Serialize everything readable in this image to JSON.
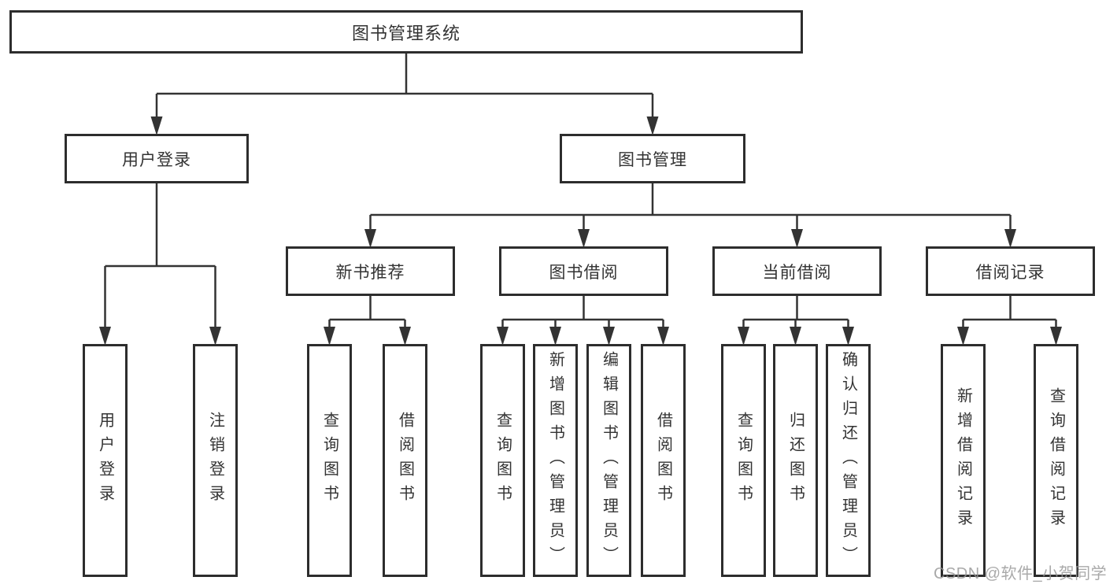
{
  "diagram": {
    "root_label": "图书管理系统",
    "branches": {
      "user_login": {
        "label": "用户登录",
        "children": [
          "用户登录",
          "注销登录"
        ]
      },
      "book_mgmt": {
        "label": "图书管理",
        "modules": [
          {
            "label": "新书推荐",
            "children": [
              "查询图书",
              "借阅图书"
            ]
          },
          {
            "label": "图书借阅",
            "children": [
              "查询图书",
              "新增图书（管理员）",
              "编辑图书（管理员）",
              "借阅图书"
            ]
          },
          {
            "label": "当前借阅",
            "children": [
              "查询图书",
              "归还图书",
              "确认归还（管理员）"
            ]
          },
          {
            "label": "借阅记录",
            "children": [
              "新增借阅记录",
              "查询借阅记录"
            ]
          }
        ]
      }
    }
  },
  "watermark": "CSDN @软件_小贺同学",
  "colors": {
    "box_border": "#2d2d2d",
    "line": "#333333",
    "text": "#333333",
    "watermark": "#969696",
    "background": "#ffffff"
  }
}
